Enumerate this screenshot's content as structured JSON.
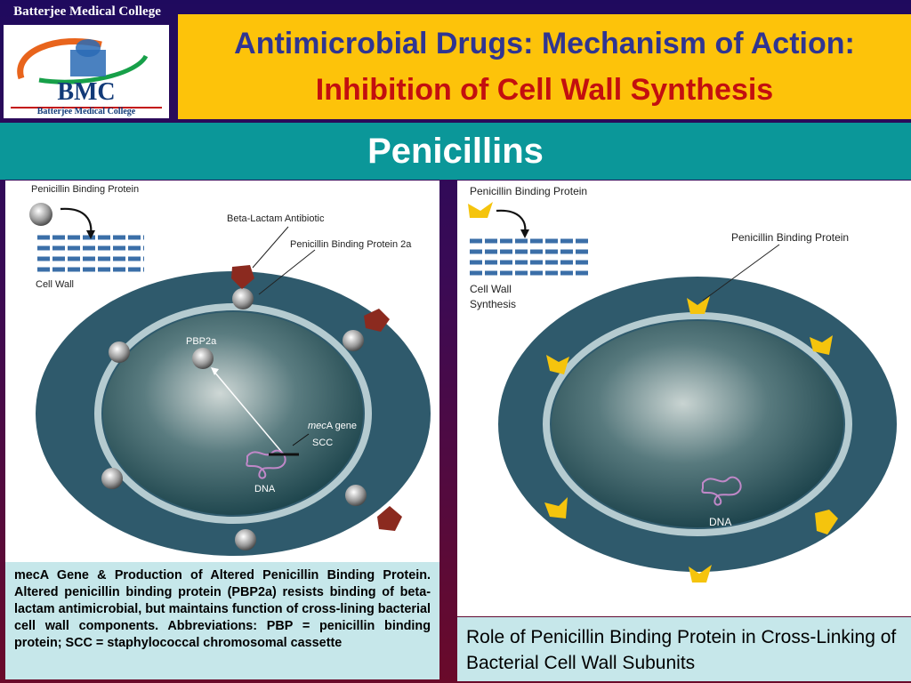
{
  "header": {
    "college_name": "Batterjee Medical College",
    "logo": {
      "abbr": "BMC",
      "subtitle": "Batterjee Medical College"
    },
    "title_part1": "Antimicrobial Drugs: Mechanism of Action:",
    "title_part2": "Inhibition of Cell Wall Synthesis"
  },
  "section_title": "Penicillins",
  "left_diagram": {
    "labels": {
      "pbp": "Penicillin Binding Protein",
      "cell_wall": "Cell Wall",
      "beta_lactam": "Beta-Lactam Antibiotic",
      "pbp2a_long": "Penicillin Binding Protein 2a",
      "pbp2a": "PBP2a",
      "meca_italic": "mec",
      "meca_rest": "A gene",
      "scc": "SCC",
      "dna": "DNA"
    },
    "caption": "mecA Gene & Production of Altered Penicillin Binding Protein. Altered penicillin binding protein (PBP2a) resists binding of beta-lactam antimicrobial, but maintains function of cross-lining bacterial cell wall components. Abbreviations: PBP = penicillin binding protein; SCC = staphylococcal chromosomal cassette"
  },
  "right_diagram": {
    "labels": {
      "pbp_top": "Penicillin Binding Protein",
      "cell_wall_line1": "Cell Wall",
      "cell_wall_line2": "Synthesis",
      "pbp": "Penicillin Binding Protein",
      "dna": "DNA"
    },
    "caption": "Role of Penicillin Binding Protein in Cross-Linking of Bacterial Cell Wall Subunits"
  },
  "colors": {
    "title_bg": "#fdc30a",
    "title_blue": "#2f3592",
    "title_red": "#c30f0f",
    "band_teal": "#0b9799",
    "caption_bg": "#c6e7ea",
    "antibiotic": "#8b2a1f",
    "pbp_yellow": "#f5c40d"
  }
}
